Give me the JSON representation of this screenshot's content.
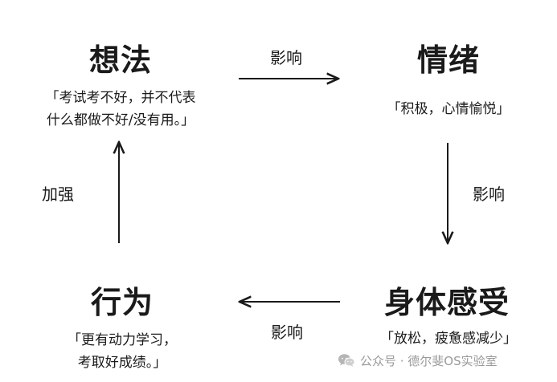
{
  "nodes": {
    "thought": {
      "title": "想法",
      "desc_line1": "「考试考不好，并不代表",
      "desc_line2": "什么都做不好/没有用。」"
    },
    "emotion": {
      "title": "情绪",
      "desc_line1": "「积极，心情愉悦」"
    },
    "body_feeling": {
      "title": "身体感受",
      "desc_line1": "「放松，疲惫感减少」"
    },
    "behavior": {
      "title": "行为",
      "desc_line1": "「更有动力学习，",
      "desc_line2": "考取好成绩。」"
    }
  },
  "edges": {
    "thought_to_emotion": "影响",
    "emotion_to_body": "影响",
    "body_to_behavior": "影响",
    "behavior_to_thought": "加强"
  },
  "watermark": {
    "text": "公众号 · 德尔斐OS实验室",
    "icon": "wechat-icon",
    "color": "#9a9a9a"
  },
  "colors": {
    "text": "#1a1a1a",
    "arrow": "#1a1a1a"
  }
}
